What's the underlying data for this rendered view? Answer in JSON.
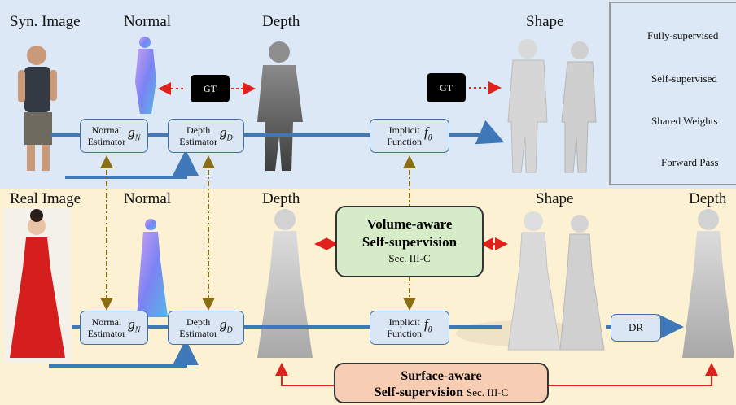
{
  "top_row": {
    "syn_image": "Syn. Image",
    "normal": "Normal",
    "depth": "Depth",
    "shape": "Shape",
    "gt1": "GT",
    "gt2": "GT",
    "normal_estimator": {
      "line1": "Normal",
      "line2": "Estimator",
      "symbol": "g",
      "sub": "N"
    },
    "depth_estimator": {
      "line1": "Depth",
      "line2": "Estimator",
      "symbol": "g",
      "sub": "D"
    },
    "implicit_function": {
      "line1": "Implicit",
      "line2": "Function",
      "symbol": "f",
      "sub": "θ"
    }
  },
  "bottom_row": {
    "real_image": "Real Image",
    "normal": "Normal",
    "depth": "Depth",
    "shape": "Shape",
    "depth_right": "Depth",
    "normal_estimator": {
      "line1": "Normal",
      "line2": "Estimator",
      "symbol": "g",
      "sub": "N"
    },
    "depth_estimator": {
      "line1": "Depth",
      "line2": "Estimator",
      "symbol": "g",
      "sub": "D"
    },
    "implicit_function": {
      "line1": "Implicit",
      "line2": "Function",
      "symbol": "f",
      "sub": "θ"
    },
    "dr": "DR",
    "volume_box": {
      "line1": "Volume-aware",
      "line2": "Self-supervision",
      "line3": "Sec. III-C"
    },
    "surface_box": {
      "line1": "Surface-aware",
      "line2": "Self-supervision",
      "line2b": "Sec. III-C"
    }
  },
  "legend": {
    "fully": "Fully-supervised",
    "self": "Self-supervised",
    "shared": "Shared Weights",
    "forward": "Forward Pass"
  },
  "colors": {
    "flow_blue": "#3e78b8",
    "red": "#e0201c",
    "shared_olive": "#8b6d14",
    "volume_fill": "#d6ebc8",
    "surface_fill": "#f7cdb3",
    "red_dress": "#d51f1f",
    "normal_map": "#8a7ff0",
    "depth_map": "#6f6f6f",
    "shape_mesh": "#d9d9d9"
  }
}
